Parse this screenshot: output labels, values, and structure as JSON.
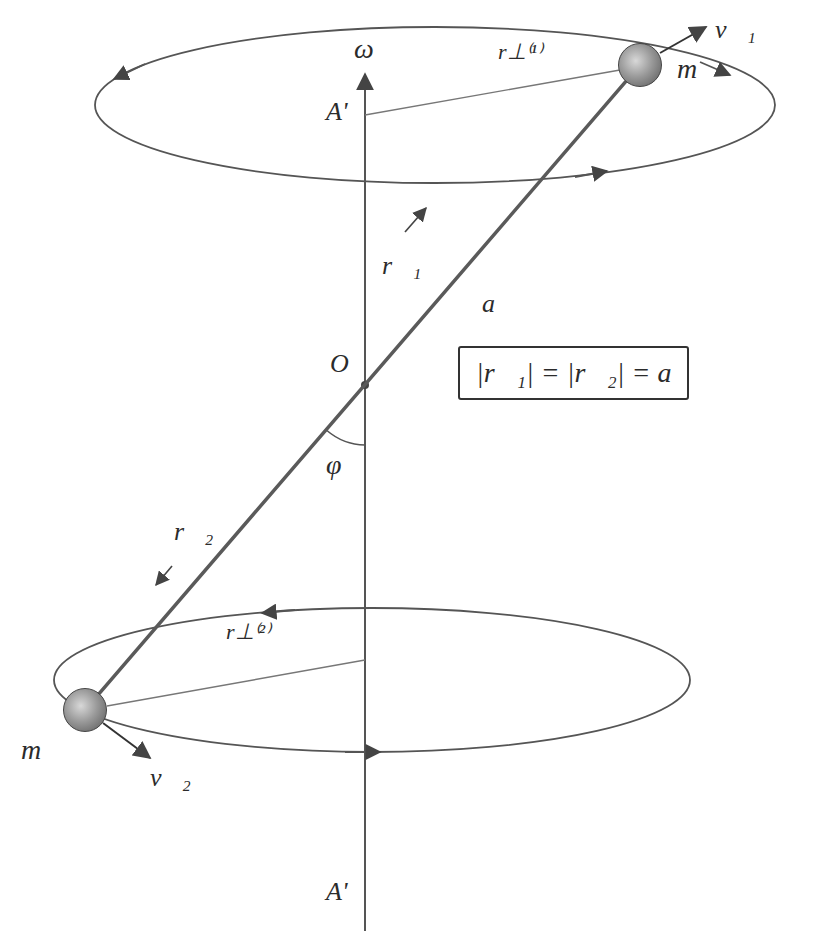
{
  "diagram": {
    "nodes": [
      {
        "text": [
          "m"
        ]
      },
      {
        "text": [
          "m"
        ]
      },
      {
        "text": [
          "|r⃗₁| = |r⃗₂| = a"
        ]
      }
    ],
    "edges": [
      {
        "from": 0,
        "to": 1,
        "arrow": "none"
      }
    ],
    "labels": [
      "ω",
      "A'",
      "r⊥⁽¹⁾",
      "v⃗₁",
      "r⃗₁",
      "a",
      "O",
      "r⃗₂",
      "φ",
      "r⊥⁽²⁾",
      "v⃗₂",
      "A'"
    ]
  }
}
